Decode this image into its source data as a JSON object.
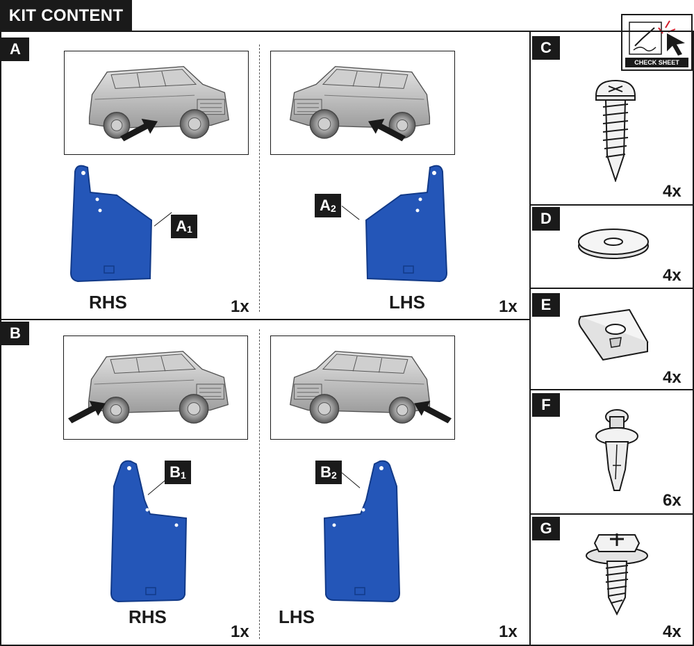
{
  "title": "KIT CONTENT",
  "check_sheet": {
    "label": "CHECK SHEET"
  },
  "sections": {
    "A": {
      "letter": "A",
      "left": {
        "side": "RHS",
        "qty": "1x",
        "callout": "A",
        "callout_sub": "1"
      },
      "right": {
        "side": "LHS",
        "qty": "1x",
        "callout": "A",
        "callout_sub": "2"
      }
    },
    "B": {
      "letter": "B",
      "left": {
        "side": "RHS",
        "qty": "1x",
        "callout": "B",
        "callout_sub": "1"
      },
      "right": {
        "side": "LHS",
        "qty": "1x",
        "callout": "B",
        "callout_sub": "2"
      }
    }
  },
  "parts": {
    "C": {
      "letter": "C",
      "qty": "4x",
      "icon": "pan-head-screw-icon"
    },
    "D": {
      "letter": "D",
      "qty": "4x",
      "icon": "flat-washer-icon"
    },
    "E": {
      "letter": "E",
      "qty": "4x",
      "icon": "u-clip-nut-icon"
    },
    "F": {
      "letter": "F",
      "qty": "6x",
      "icon": "push-rivet-icon"
    },
    "G": {
      "letter": "G",
      "qty": "4x",
      "icon": "hex-flange-screw-icon"
    }
  },
  "colors": {
    "mudflap": "#2456b8",
    "dark": "#1a1a1a",
    "car": "#b9b9b9"
  }
}
